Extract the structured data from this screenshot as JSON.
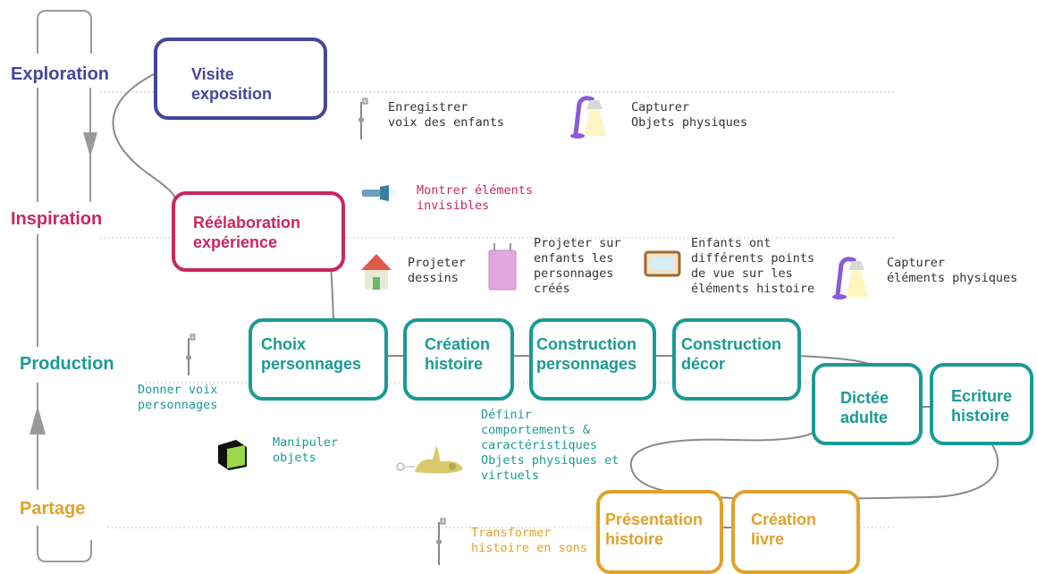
{
  "colors": {
    "exploration": "#46469a",
    "inspiration": "#c8285e",
    "production": "#1a9a94",
    "partage": "#e0a22a",
    "note_text": "#333333",
    "connector": "#8a8a8a"
  },
  "phases": {
    "exploration": "Exploration",
    "inspiration": "Inspiration",
    "production": "Production",
    "partage": "Partage"
  },
  "steps": {
    "visite": "Visite\nexposition",
    "reelaboration": "Réélaboration\nexpérience",
    "choix": "Choix\npersonnages",
    "creation_histoire": "Création\nhistoire",
    "construction_personnages": "Construction\npersonnages",
    "construction_decor": "Construction\ndécor",
    "dictee": "Dictée\nadulte",
    "ecriture": "Ecriture\nhistoire",
    "presentation": "Présentation\nhistoire",
    "creation_livre": "Création\nlivre"
  },
  "notes": {
    "enregistrer": "Enregistrer\nvoix des enfants",
    "capturer_objets": "Capturer\nObjets physiques",
    "montrer": "Montrer éléments\n invisibles",
    "projeter_dessins": "Projeter\ndessins",
    "projeter_enfants": "Projeter sur\nenfants les\npersonnages\ncréés",
    "points_de_vue": "Enfants ont\ndifférents points\nde vue sur les\néléments histoire",
    "capturer_elements": "Capturer\néléments physiques",
    "donner_voix": "Donner voix\npersonnages",
    "manipuler": "Manipuler\nobjets",
    "definir": "Définir\ncomportements &\ncaractéristiques\nObjets physiques et\nvirtuels",
    "transformer": "Transformer\nhistoire en sons"
  },
  "icons": {
    "microphone": "microphone-icon",
    "desk_lamp": "desk-lamp-icon",
    "flashlight": "flashlight-icon",
    "house": "house-icon",
    "projector_sheet": "projector-sheet-icon",
    "frame": "picture-frame-icon",
    "cube": "cube-icon",
    "toy_animal": "toy-animal-icon"
  }
}
